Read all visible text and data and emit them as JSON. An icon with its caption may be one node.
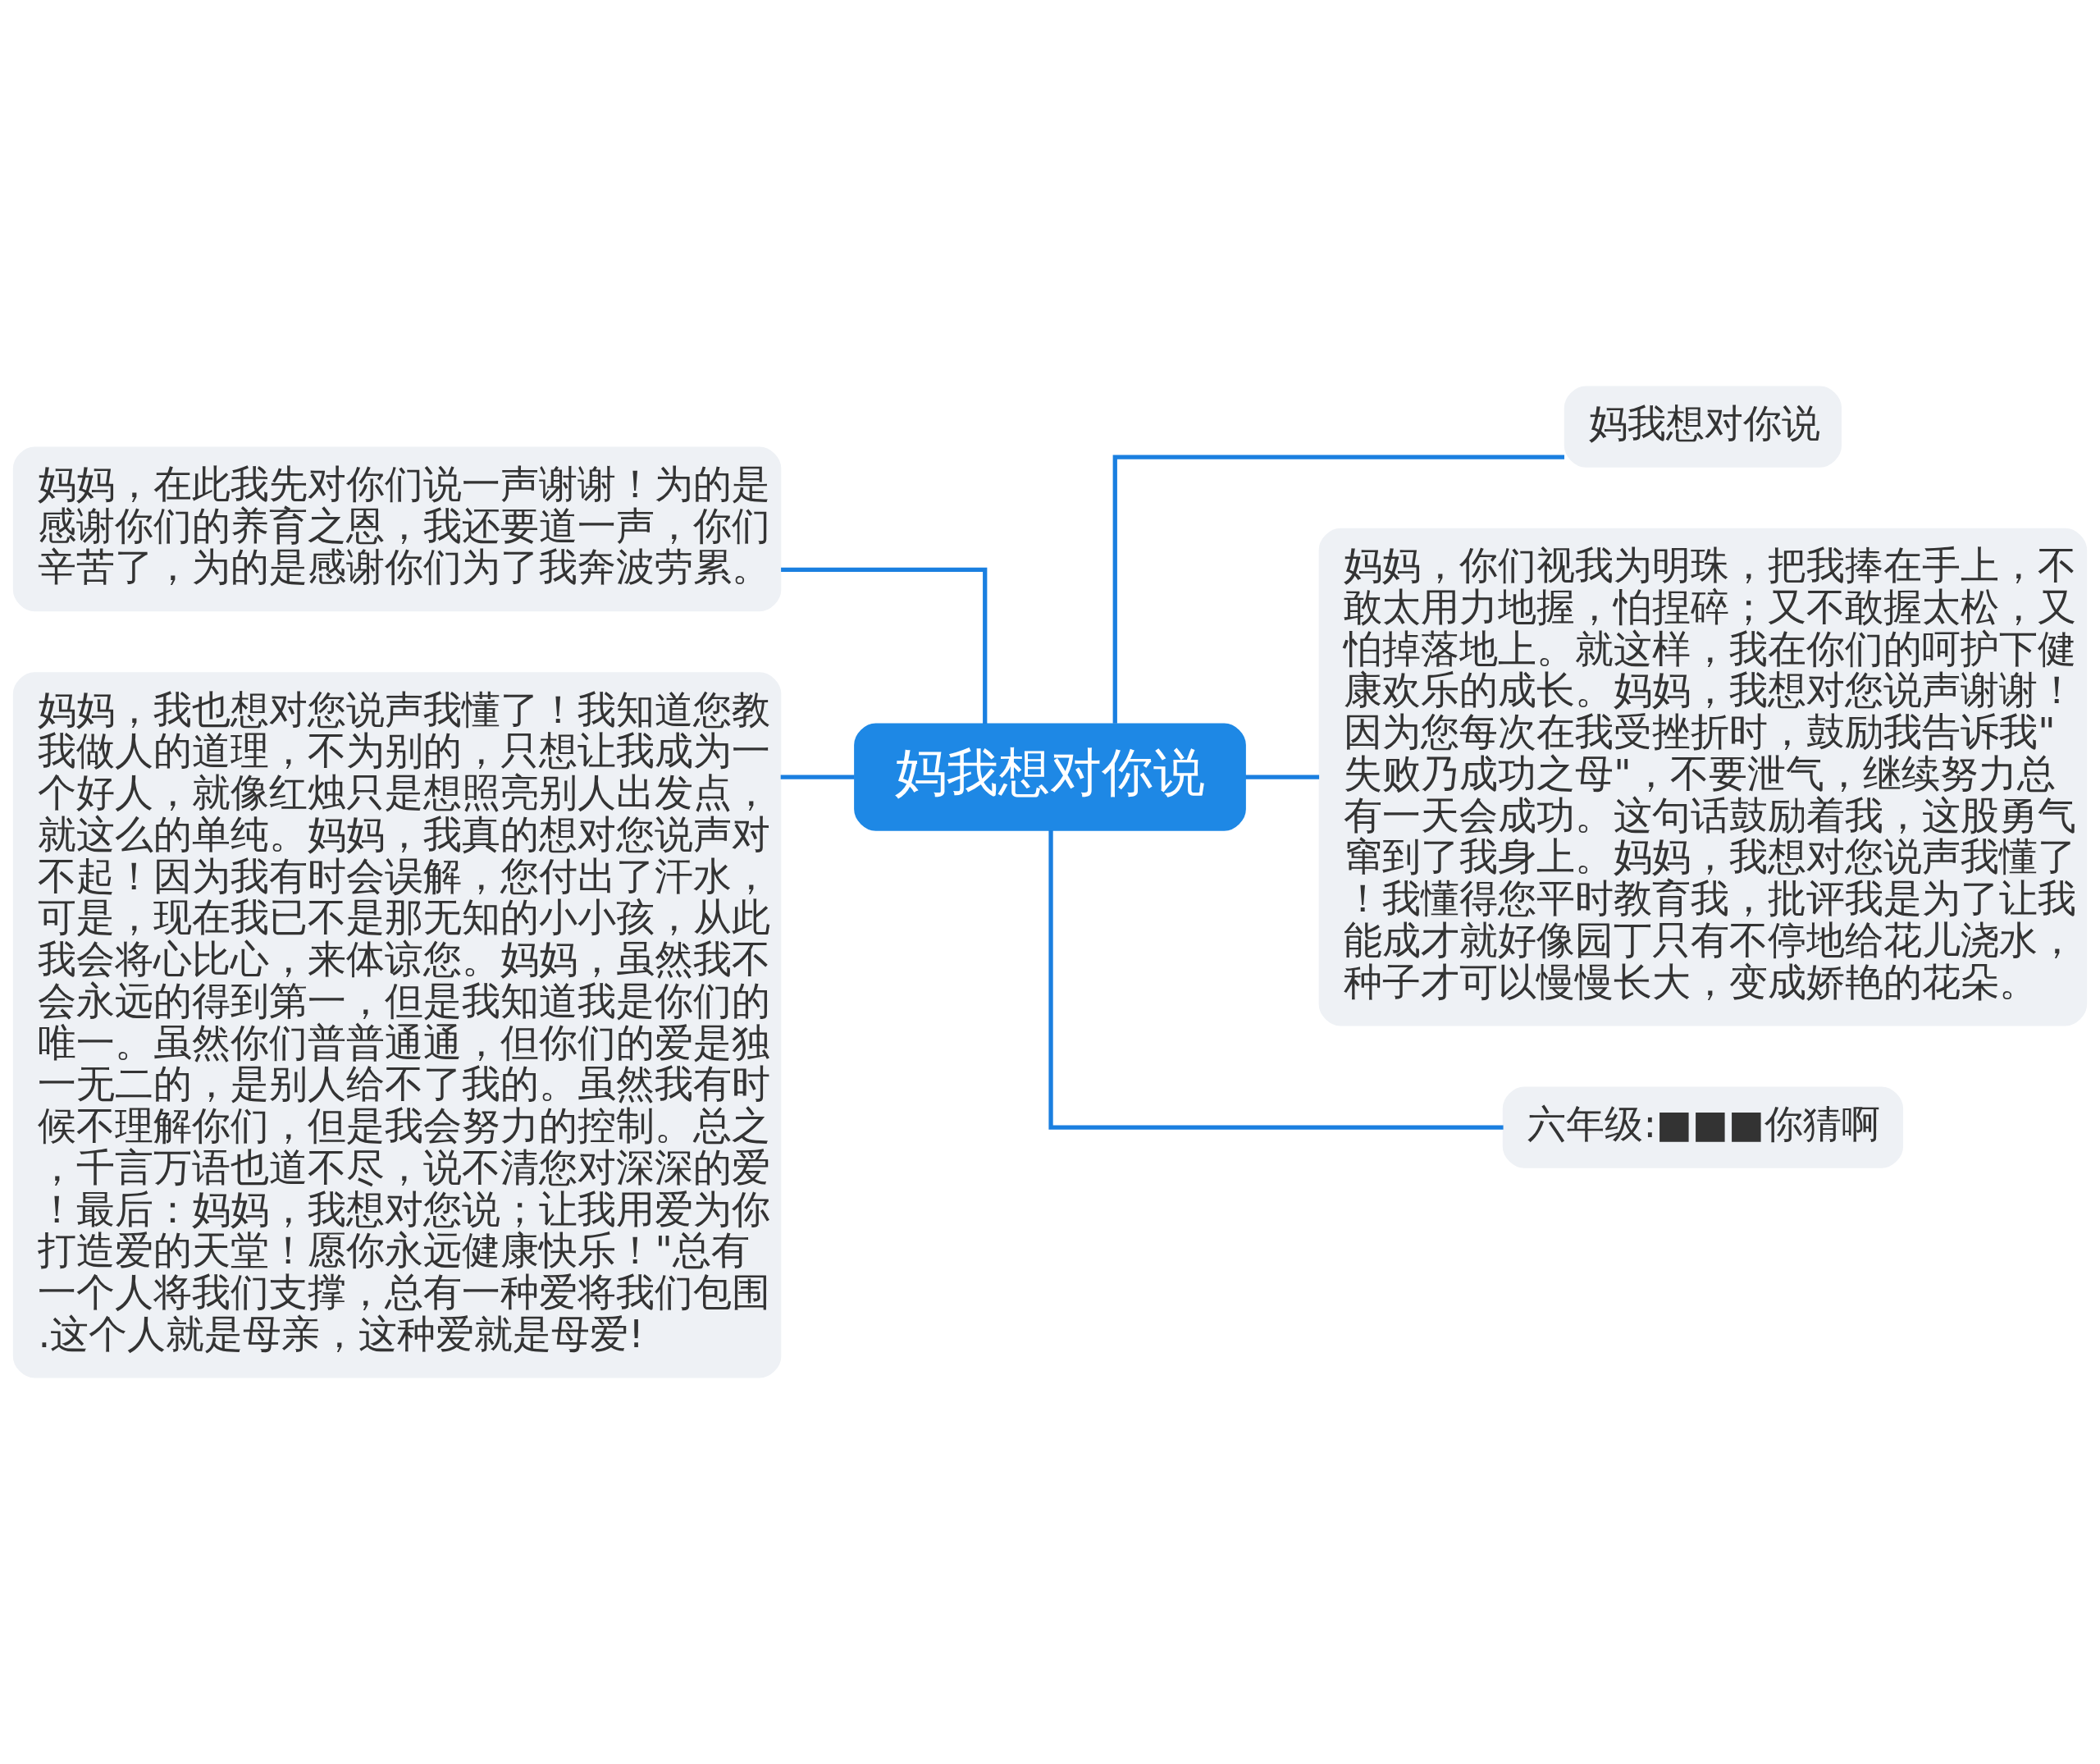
{
  "diagram": {
    "nodes": [
      {
        "text": [
          "妈我想对你说"
        ]
      },
      {
        "text": [
          "妈妈，在此我先对你们说一声谢谢！为的是感谢你们的养育之恩，我还要道一声，你们辛苦了，为的是感谢你们为了我奔波劳累。"
        ]
      },
      {
        "text": [
          "妈妈，我也想对您说声我懂了！我知道您教我做人的道理，不为别的，只想让我成为一个好人，就像红烛只是想照亮别人出发点，就这么的单纯。妈妈，我真的想对您说声对不起！因为我有时会误解，您付出了汗水，可是，现在我已不是那无知的小小孩，从此我会将心比心，来体谅您。妈妈，虽然我不会永远的得到第一，但是我知道我是你们的唯一。虽然你们普普通通，但你们的爱是独一无二的，是别人给不了我的。虽然我有时候不理解你们，但是我会努力的控制。总之，千言万语也道不尽，说不清您对深深的爱！最后：妈妈，我想对您说；让我用爱为你打造爱的天堂！愿你永远健康快乐！\"总有一个人将我们支撑，总有一种爱将我们包围.这个人就是母亲，这种爱就是母爱!"
        ]
      },
      {
        "text": [
          "妈我想对你说"
        ]
      },
      {
        "text": [
          "妈妈，你们视我为明珠，把我捧在手上，不敢太用力地握，怕捏碎；又不敢握太松，又怕掉落地上。就这样，我在你们的呵护下健康欢乐的成长。妈妈，我想对您说声谢谢！因为您每次在我受挫折时，鼓励我告诉我\"失败乃成功之母\"，不要泄气，继续努力总有一天会成功。这句话鼓励着我，这股勇气窜到了我身上。妈妈，我想对您说声我懂了！我懂得您平时教育我，批评我是为了让我能成才就好像园丁只有不停地给花儿浇水，种子才可以慢慢长大，变成娇艳的花朵。"
        ]
      },
      {
        "text": [
          "六年级:■■■你猜啊"
        ]
      }
    ],
    "edges": [
      {
        "from": 0,
        "to": 1,
        "arrow": "none"
      },
      {
        "from": 0,
        "to": 2,
        "arrow": "none"
      },
      {
        "from": 0,
        "to": 3,
        "arrow": "none"
      },
      {
        "from": 0,
        "to": 4,
        "arrow": "none"
      },
      {
        "from": 0,
        "to": 5,
        "arrow": "none"
      }
    ]
  }
}
